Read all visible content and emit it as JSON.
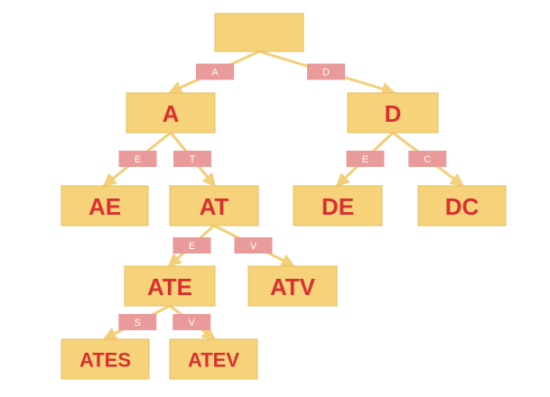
{
  "nodes": [
    {
      "id": "root",
      "label": ""
    },
    {
      "id": "A",
      "label": "A"
    },
    {
      "id": "D",
      "label": "D"
    },
    {
      "id": "AE",
      "label": "AE"
    },
    {
      "id": "AT",
      "label": "AT"
    },
    {
      "id": "DE",
      "label": "DE"
    },
    {
      "id": "DC",
      "label": "DC"
    },
    {
      "id": "ATE",
      "label": "ATE"
    },
    {
      "id": "ATV",
      "label": "ATV"
    },
    {
      "id": "ATES",
      "label": "ATES"
    },
    {
      "id": "ATEV",
      "label": "ATEV"
    }
  ],
  "edges": [
    {
      "from": "root",
      "to": "A",
      "label": "A"
    },
    {
      "from": "root",
      "to": "D",
      "label": "D"
    },
    {
      "from": "A",
      "to": "AE",
      "label": "E"
    },
    {
      "from": "A",
      "to": "AT",
      "label": "T"
    },
    {
      "from": "D",
      "to": "DE",
      "label": "E"
    },
    {
      "from": "D",
      "to": "DC",
      "label": "C"
    },
    {
      "from": "AT",
      "to": "ATE",
      "label": "E"
    },
    {
      "from": "AT",
      "to": "ATV",
      "label": "V"
    },
    {
      "from": "ATE",
      "to": "ATES",
      "label": "S"
    },
    {
      "from": "ATE",
      "to": "ATEV",
      "label": "V"
    }
  ],
  "colors": {
    "node_fill": "#f6d27a",
    "node_text": "#d92f2f",
    "edge": "#f2cf78",
    "edge_tag": "#e99a9a",
    "edge_tag_text": "#ffffff"
  }
}
